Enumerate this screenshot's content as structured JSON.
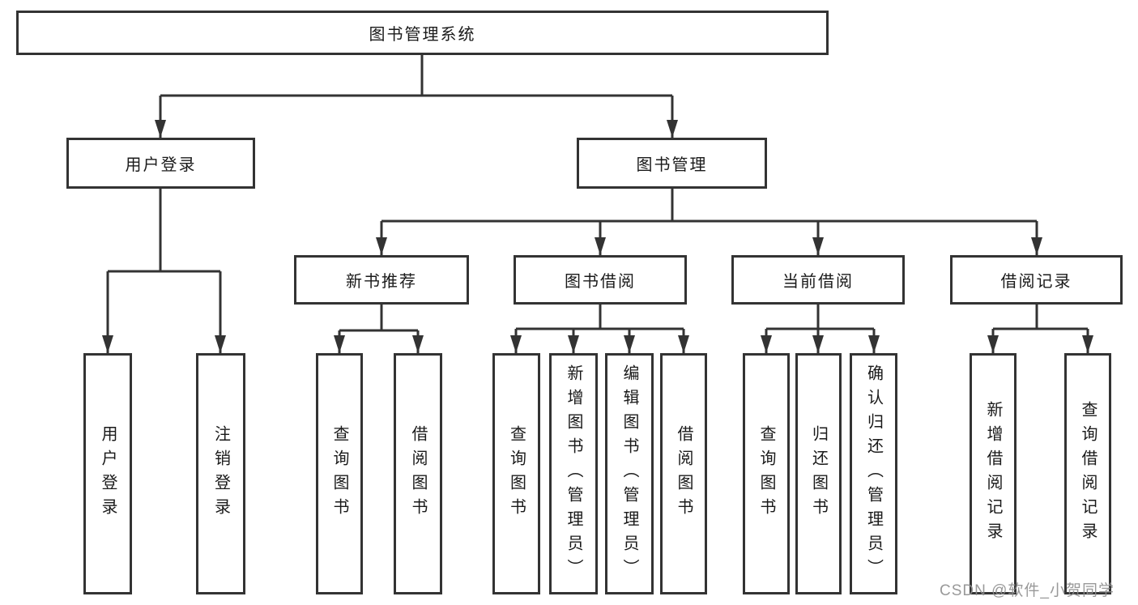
{
  "diagram": {
    "root": {
      "label": "图书管理系统"
    },
    "branches": [
      {
        "label": "用户登录",
        "children": [
          {
            "label": "用户登录"
          },
          {
            "label": "注销登录"
          }
        ]
      },
      {
        "label": "图书管理",
        "children": [
          {
            "label": "新书推荐",
            "children": [
              {
                "label": "查询图书"
              },
              {
                "label": "借阅图书"
              }
            ]
          },
          {
            "label": "图书借阅",
            "children": [
              {
                "label": "查询图书"
              },
              {
                "label": "新增图书（管理员）"
              },
              {
                "label": "编辑图书（管理员）"
              },
              {
                "label": "借阅图书"
              }
            ]
          },
          {
            "label": "当前借阅",
            "children": [
              {
                "label": "查询图书"
              },
              {
                "label": "归还图书"
              },
              {
                "label": "确认归还（管理员）"
              }
            ]
          },
          {
            "label": "借阅记录",
            "children": [
              {
                "label": "新增借阅记录"
              },
              {
                "label": "查询借阅记录"
              }
            ]
          }
        ]
      }
    ]
  },
  "watermark": {
    "text": "CSDN @软件_小贺同学"
  },
  "colors": {
    "line": "#333333",
    "box_border": "#333333",
    "box_fill": "#ffffff",
    "text": "#1a1a1a",
    "watermark": "#8e8e8e"
  }
}
